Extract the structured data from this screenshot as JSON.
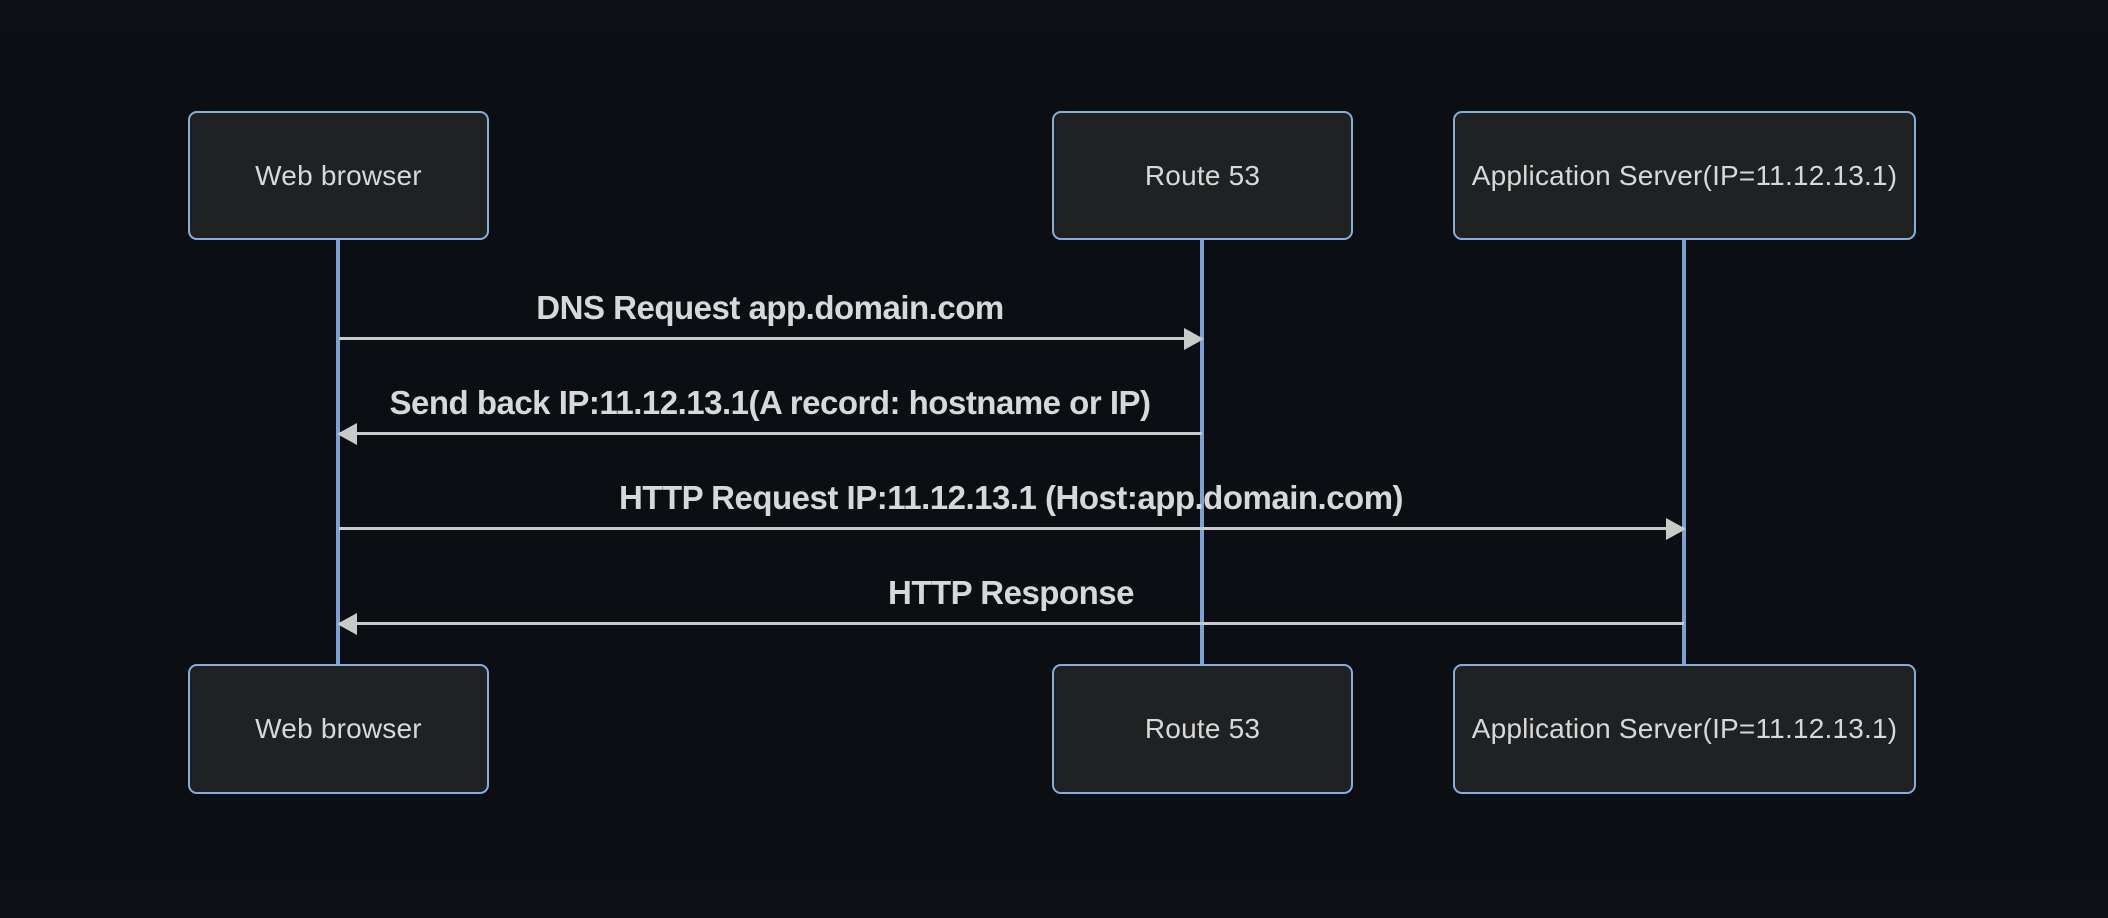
{
  "diagram": {
    "type": "sequence",
    "actors": [
      {
        "id": "web-browser",
        "label": "Web browser"
      },
      {
        "id": "route-53",
        "label": "Route 53"
      },
      {
        "id": "app-server",
        "label": "Application Server(IP=11.12.13.1)"
      }
    ],
    "messages": [
      {
        "from": "web-browser",
        "to": "route-53",
        "direction": "right",
        "line": "solid",
        "label": "DNS Request app.domain.com"
      },
      {
        "from": "route-53",
        "to": "web-browser",
        "direction": "left",
        "line": "solid",
        "label": "Send back IP:11.12.13.1(A record: hostname or IP)"
      },
      {
        "from": "web-browser",
        "to": "app-server",
        "direction": "right",
        "line": "solid",
        "label": "HTTP Request IP:11.12.13.1 (Host:app.domain.com)"
      },
      {
        "from": "app-server",
        "to": "web-browser",
        "direction": "left",
        "line": "solid",
        "label": "HTTP Response"
      }
    ],
    "colors": {
      "background": "#0d1016",
      "actor_fill": "#1f2122",
      "actor_border": "#85aed9",
      "lifeline": "#7da2d1",
      "signal": "#c9caca",
      "text": "#d7d8d9"
    }
  }
}
